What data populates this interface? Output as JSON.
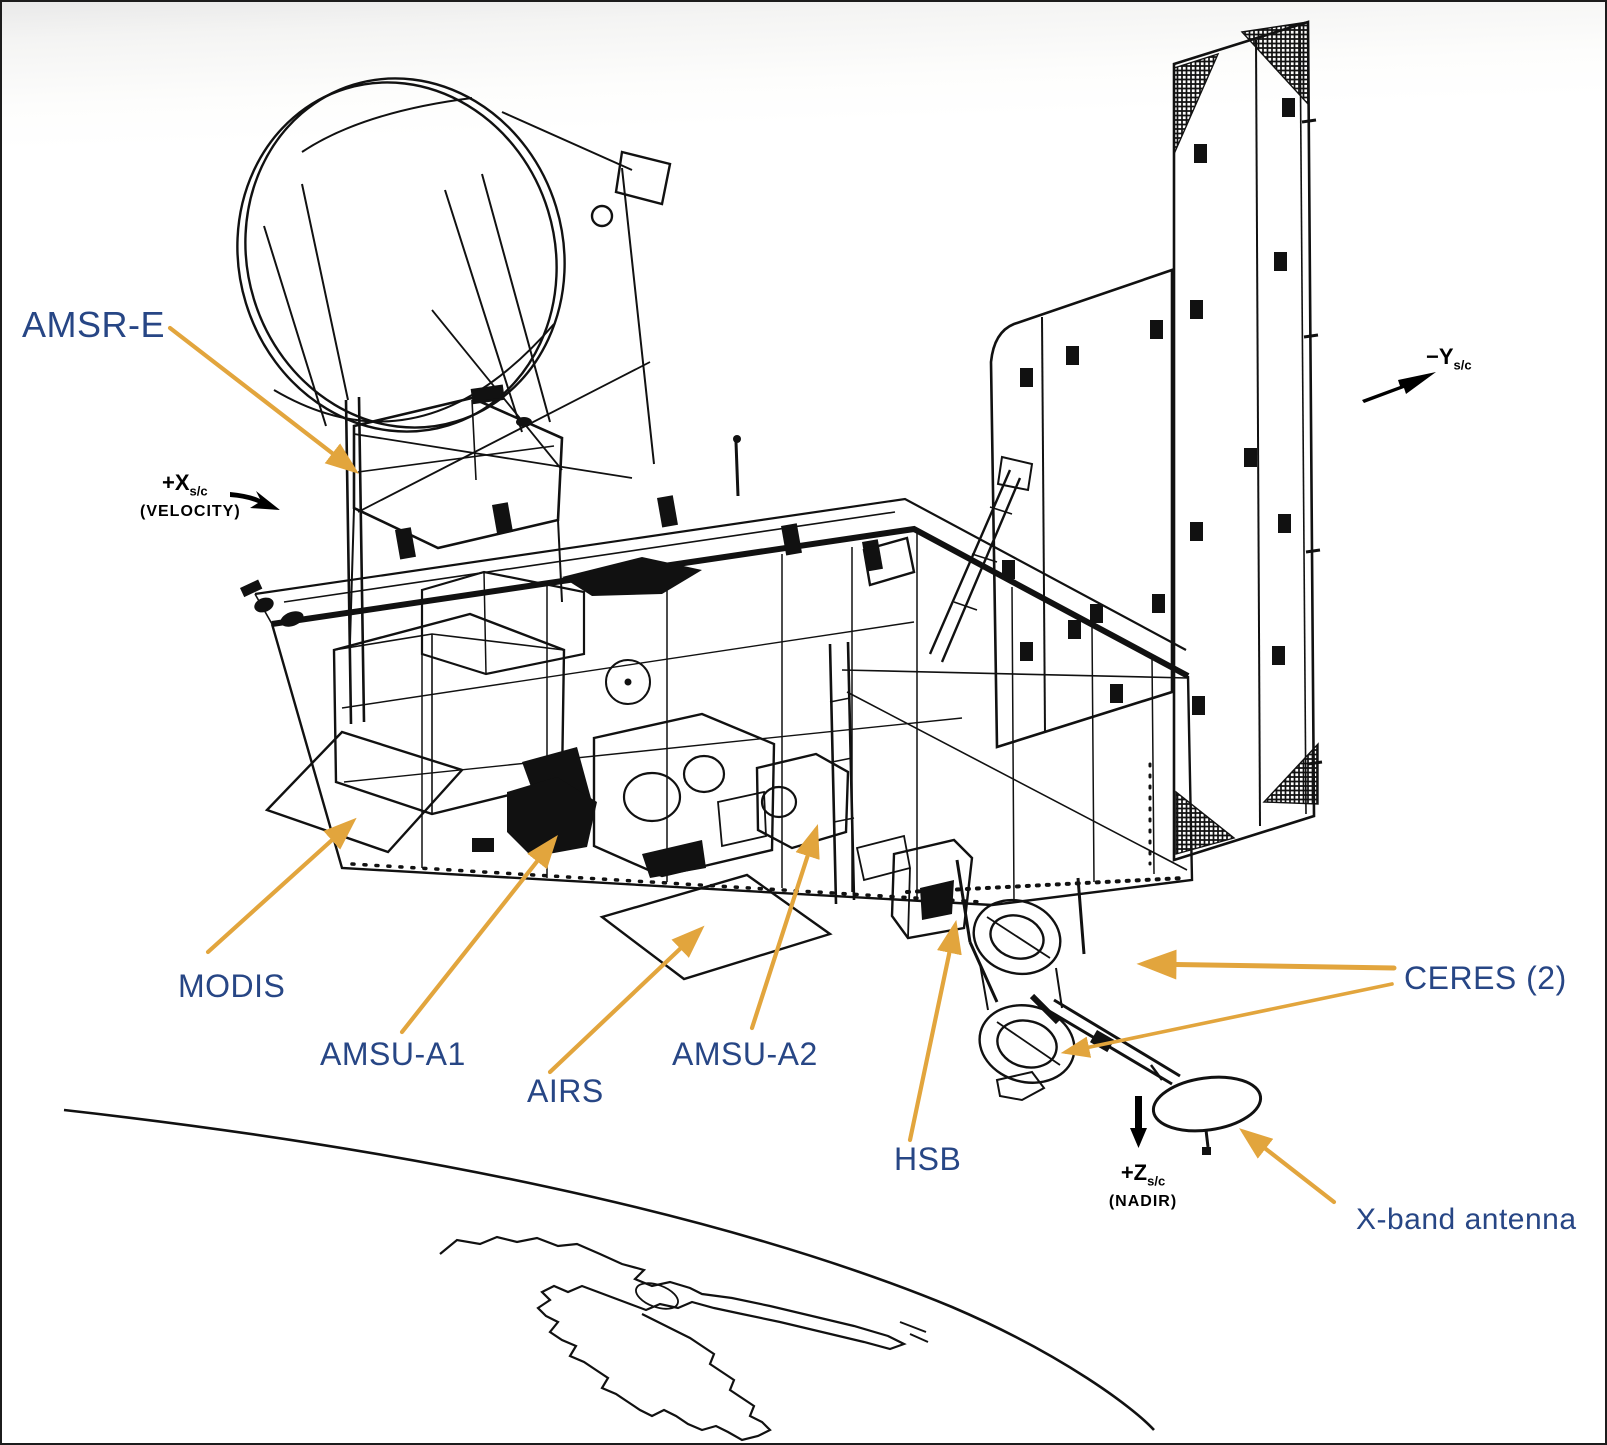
{
  "figure": {
    "subject": "Aqua spacecraft instrument configuration line drawing with Earth horizon",
    "colors": {
      "label_blue": "#274685",
      "arrow_orange": "#E2A53D",
      "line_art_black": "#111111",
      "background": "#ffffff"
    }
  },
  "instrument_labels": [
    {
      "id": "amsr-e",
      "text": "AMSR-E"
    },
    {
      "id": "modis",
      "text": "MODIS"
    },
    {
      "id": "amsu-a1",
      "text": "AMSU-A1"
    },
    {
      "id": "airs",
      "text": "AIRS"
    },
    {
      "id": "amsu-a2",
      "text": "AMSU-A2"
    },
    {
      "id": "hsb",
      "text": "HSB"
    },
    {
      "id": "ceres",
      "text": "CERES (2)"
    },
    {
      "id": "x-band",
      "text": "X-band antenna"
    }
  ],
  "axis_annotations": [
    {
      "id": "x-axis",
      "symbol": "+X",
      "subscript": "s/c",
      "note": "(VELOCITY)"
    },
    {
      "id": "y-axis",
      "symbol": "−Y",
      "subscript": "s/c",
      "note": ""
    },
    {
      "id": "z-axis",
      "symbol": "+Z",
      "subscript": "s/c",
      "note": "(NADIR)"
    }
  ]
}
